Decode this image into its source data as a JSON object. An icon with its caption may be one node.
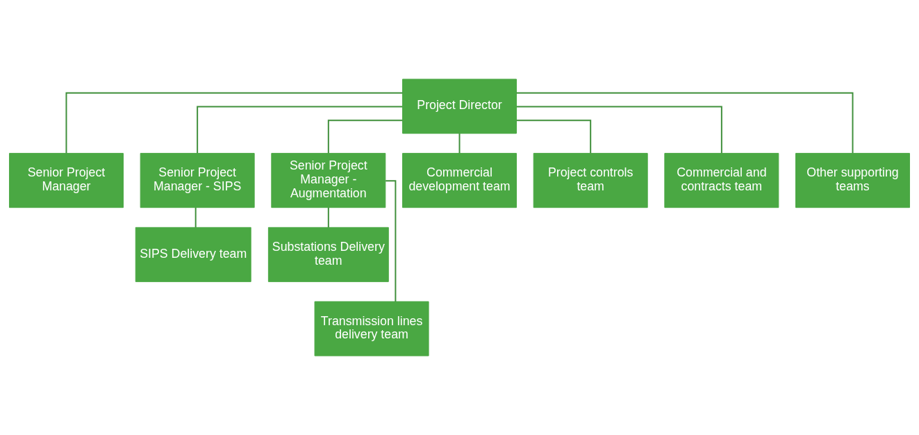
{
  "diagram": {
    "nodes": [
      {
        "text": [
          "Project Director"
        ]
      },
      {
        "text": [
          "Senior Project Manager"
        ]
      },
      {
        "text": [
          "Senior Project Manager - SIPS"
        ]
      },
      {
        "text": [
          "Senior Project Manager - Augmentation"
        ]
      },
      {
        "text": [
          "Commercial development team"
        ]
      },
      {
        "text": [
          "Project controls team"
        ]
      },
      {
        "text": [
          "Commercial and contracts team"
        ]
      },
      {
        "text": [
          "Other supporting teams"
        ]
      },
      {
        "text": [
          "SIPS Delivery team"
        ]
      },
      {
        "text": [
          "Substations Delivery team"
        ]
      },
      {
        "text": [
          "Transmission lines delivery team"
        ]
      }
    ],
    "edges": [
      {
        "from": 0,
        "to": 1,
        "arrow": "none"
      },
      {
        "from": 0,
        "to": 2,
        "arrow": "none"
      },
      {
        "from": 0,
        "to": 3,
        "arrow": "none"
      },
      {
        "from": 0,
        "to": 4,
        "arrow": "none"
      },
      {
        "from": 0,
        "to": 5,
        "arrow": "none"
      },
      {
        "from": 0,
        "to": 6,
        "arrow": "none"
      },
      {
        "from": 0,
        "to": 7,
        "arrow": "none"
      },
      {
        "from": 2,
        "to": 8,
        "arrow": "none"
      },
      {
        "from": 3,
        "to": 9,
        "arrow": "none"
      },
      {
        "from": 3,
        "to": 10,
        "arrow": "none"
      }
    ]
  }
}
